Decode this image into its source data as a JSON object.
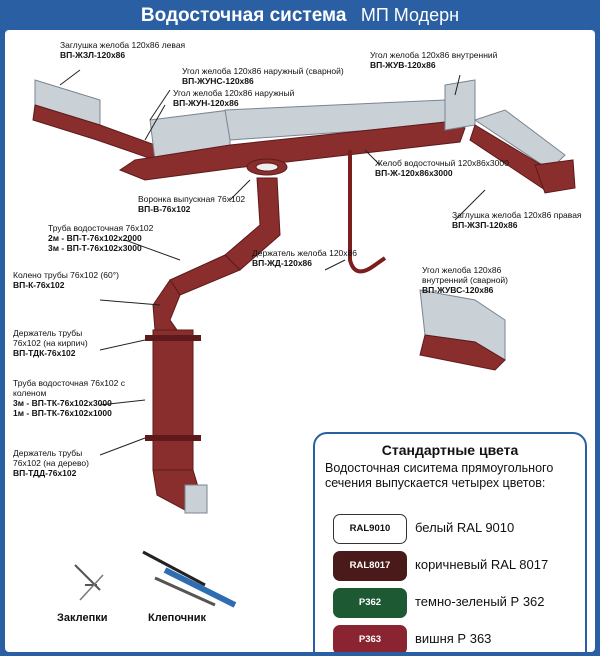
{
  "header": {
    "title": "Водосточная система",
    "subtitle": "МП Модерн"
  },
  "labels": [
    {
      "id": "zash-left",
      "text": "Заглушка желоба 120х86 левая",
      "code": "ВП-ЖЗЛ-120х86"
    },
    {
      "id": "corner-outer-welded",
      "text": "Угол желоба 120х86 наружный (сварной)",
      "code": "ВП-ЖУНС-120х86"
    },
    {
      "id": "corner-outer",
      "text": "Угол желоба 120х86 наружный",
      "code": "ВП-ЖУН-120х86"
    },
    {
      "id": "corner-inner",
      "text": "Угол желоба 120х86 внутренний",
      "code": "ВП-ЖУВ-120х86"
    },
    {
      "id": "gutter",
      "text": "Желоб водосточный 120х86х3000",
      "code": "ВП-Ж-120х86х3000"
    },
    {
      "id": "funnel",
      "text": "Воронка выпускная 76х102",
      "code": "ВП-В-76х102"
    },
    {
      "id": "zash-right",
      "text": "Заглушка желоба 120х86 правая",
      "code": "ВП-ЖЗП-120х86"
    },
    {
      "id": "pipe",
      "text": "Труба водосточная 76х102",
      "lines": [
        "2м - ВП-Т-76х102х2000",
        "3м - ВП-Т-76х102х3000"
      ]
    },
    {
      "id": "holder-gutter",
      "text": "Держатель желоба 120х86",
      "code": "ВП-ЖД-120х86"
    },
    {
      "id": "corner-inner-welded",
      "text": "Угол желоба 120х86 внутренний (сварной)",
      "code": "ВП-ЖУВС-120х86"
    },
    {
      "id": "elbow",
      "text": "Колено трубы 76х102 (60°)",
      "code": "ВП-К-76х102"
    },
    {
      "id": "holder-brick",
      "text": "Держатель трубы 76х102 (на кирпич)",
      "code": "ВП-ТДК-76х102"
    },
    {
      "id": "pipe-elbow",
      "text": "Труба водосточная 76х102 с коленом",
      "lines": [
        "3м - ВП-ТК-76х102х3000",
        "1м - ВП-ТК-76х102х1000"
      ]
    },
    {
      "id": "holder-wood",
      "text": "Держатель трубы 76х102 (на дерево)",
      "code": "ВП-ТДД-76х102"
    }
  ],
  "colors": {
    "title": "Стандартные цвета",
    "description": "Водосточная сиситема прямоугольного сечения выпускается четырех цветов:",
    "items": [
      {
        "code": "RAL9010",
        "name": "белый  RAL 9010",
        "hex": "#ffffff",
        "text_hex": "#111111"
      },
      {
        "code": "RAL8017",
        "name": "коричневый RAL 8017",
        "hex": "#4a1a1a",
        "text_hex": "#ffffff"
      },
      {
        "code": "P362",
        "name": "темно-зеленый Р 362",
        "hex": "#1d5a34",
        "text_hex": "#ffffff"
      },
      {
        "code": "P363",
        "name": "вишня Р 363",
        "hex": "#8a2430",
        "text_hex": "#ffffff"
      }
    ]
  },
  "tools": {
    "rivets": "Заклепки",
    "riveter": "Клепочник"
  },
  "palette": {
    "gutter": "#8a2d2d",
    "gutter_dark": "#5e1a1a",
    "metal": "#c9d0d6",
    "border": "#2b5fa3"
  }
}
